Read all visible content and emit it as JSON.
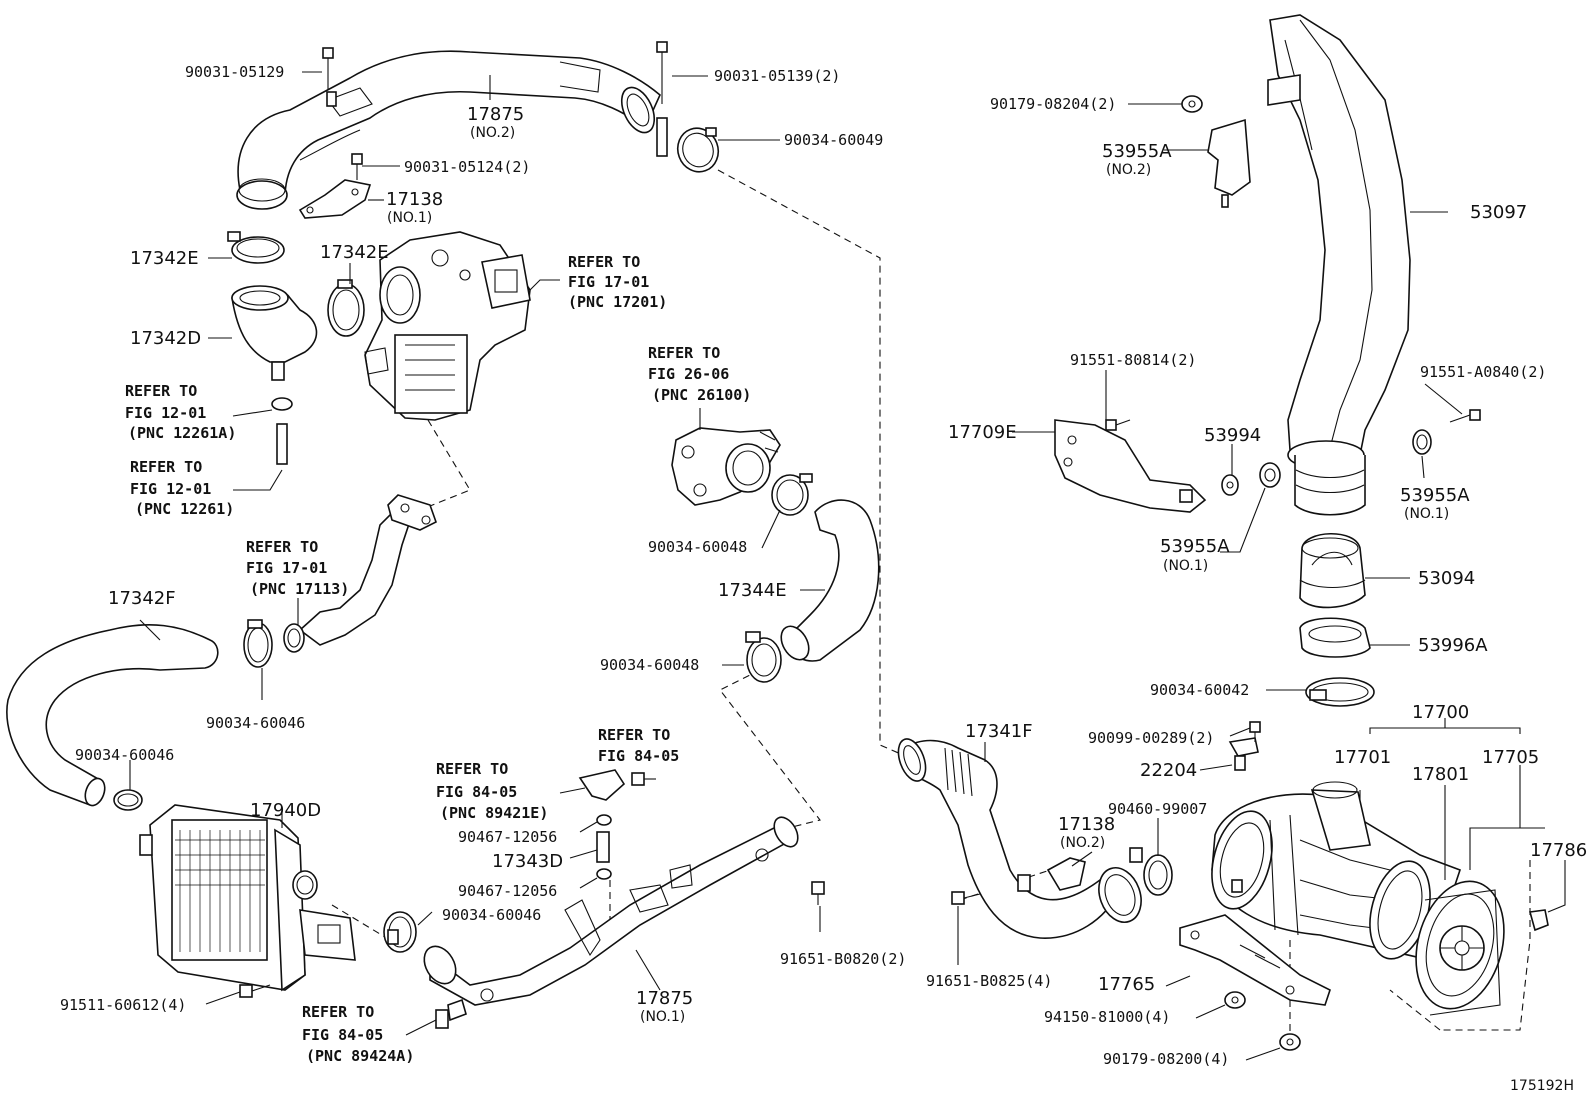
{
  "figure_code": "175192H",
  "labels": {
    "l_90031_05129": "90031-05129",
    "l_90031_05139": "90031-05139(2)",
    "l_17875_top": "17875",
    "l_no2_top": "(NO.2)",
    "l_90034_60049": "90034-60049",
    "l_90031_05124": "90031-05124(2)",
    "l_17138_top": "17138",
    "l_no1_top": "(NO.1)",
    "l_17342e_a": "17342E",
    "l_17342e_b": "17342E",
    "l_17342d": "17342D",
    "l_refer_17201": [
      "REFER TO",
      "FIG 17-01",
      "(PNC 17201)"
    ],
    "l_refer_12261a": [
      "REFER TO",
      "FIG 12-01",
      "(PNC 12261A)"
    ],
    "l_refer_12261": [
      "REFER TO",
      "FIG 12-01",
      "(PNC 12261)"
    ],
    "l_refer_26100": [
      "REFER TO",
      "FIG 26-06",
      "(PNC 26100)"
    ],
    "l_90034_60048_a": "90034-60048",
    "l_17344e": "17344E",
    "l_90034_60048_b": "90034-60048",
    "l_refer_17113": [
      "REFER TO",
      "FIG 17-01",
      "(PNC 17113)"
    ],
    "l_17342f": "17342F",
    "l_90034_60046_a": "90034-60046",
    "l_90034_60046_b": "90034-60046",
    "l_17940d": "17940D",
    "l_refer_84_05_a": [
      "REFER TO",
      "FIG 84-05"
    ],
    "l_refer_89421e": [
      "REFER TO",
      "FIG 84-05",
      "(PNC 89421E)"
    ],
    "l_90467_12056_a": "90467-12056",
    "l_17343d": "17343D",
    "l_90467_12056_b": "90467-12056",
    "l_90034_60046_c": "90034-60046",
    "l_17875_bot": "17875",
    "l_no1_bot": "(NO.1)",
    "l_91651_b0820": "91651-B0820(2)",
    "l_91511_60612": "91511-60612(4)",
    "l_refer_89424a": [
      "REFER TO",
      "FIG 84-05",
      "(PNC 89424A)"
    ],
    "l_90179_08204": "90179-08204(2)",
    "l_53955a_no2": "53955A",
    "l_53955a_no2_sub": "(NO.2)",
    "l_53097": "53097",
    "l_91551_80814": "91551-80814(2)",
    "l_91551_a0840": "91551-A0840(2)",
    "l_17709e": "17709E",
    "l_53994": "53994",
    "l_53955a_r": "53955A",
    "l_53955a_r_sub": "(NO.1)",
    "l_53955a_l": "53955A",
    "l_53955a_l_sub": "(NO.1)",
    "l_53094": "53094",
    "l_53996a": "53996A",
    "l_90034_60042": "90034-60042",
    "l_17341f": "17341F",
    "l_90099_00289": "90099-00289(2)",
    "l_22204": "22204",
    "l_17700": "17700",
    "l_17701": "17701",
    "l_17801": "17801",
    "l_17705": "17705",
    "l_90460_99007": "90460-99007",
    "l_17138_mid": "17138",
    "l_no2_mid": "(NO.2)",
    "l_17786": "17786",
    "l_91651_b0825": "91651-B0825(4)",
    "l_17765": "17765",
    "l_94150_81000": "94150-81000(4)",
    "l_90179_08200": "90179-08200(4)"
  }
}
